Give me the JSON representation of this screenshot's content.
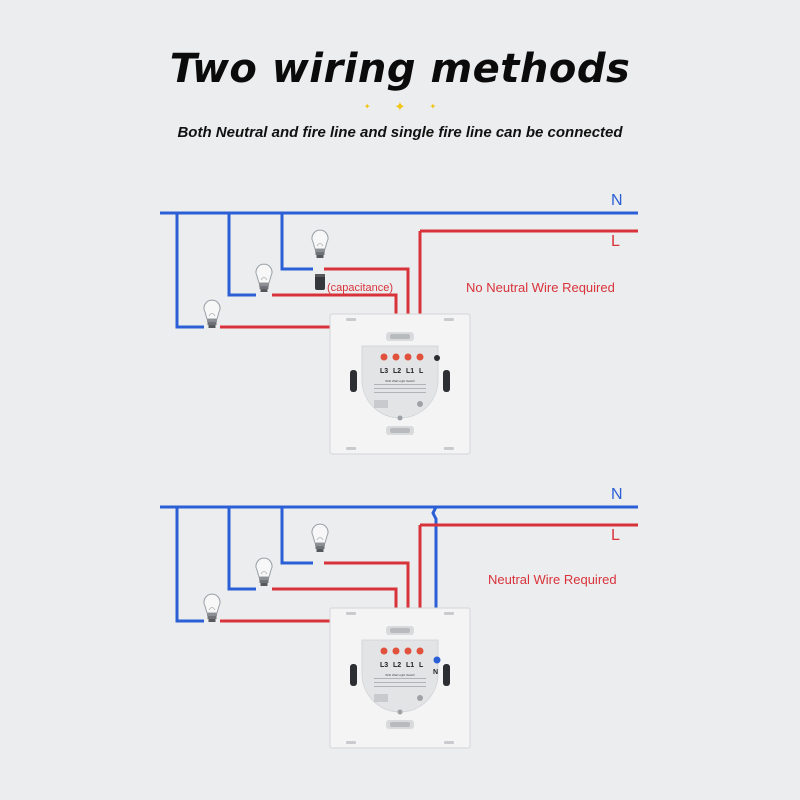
{
  "title": "Two wiring methods",
  "subtitle": "Both Neutral and fire line and single fire line can be connected",
  "colors": {
    "neutral_wire": "#2a5fd6",
    "live_wire": "#d8333b",
    "accent_star": "#f1c40f",
    "note_text": "#d8333b"
  },
  "diagram_top": {
    "neutral_label": "N",
    "live_label": "L",
    "capacitance_label": "(capacitance)",
    "note": "No Neutral Wire Required",
    "terminals": [
      "L3",
      "L2",
      "L1",
      "L"
    ],
    "switch_text": "WiFi Wall Light Switch"
  },
  "diagram_bottom": {
    "neutral_label": "N",
    "live_label": "L",
    "note": "Neutral Wire Required",
    "terminals": [
      "L3",
      "L2",
      "L1",
      "L"
    ],
    "neutral_terminal": "N",
    "switch_text": "WiFi Wall Light Switch"
  }
}
